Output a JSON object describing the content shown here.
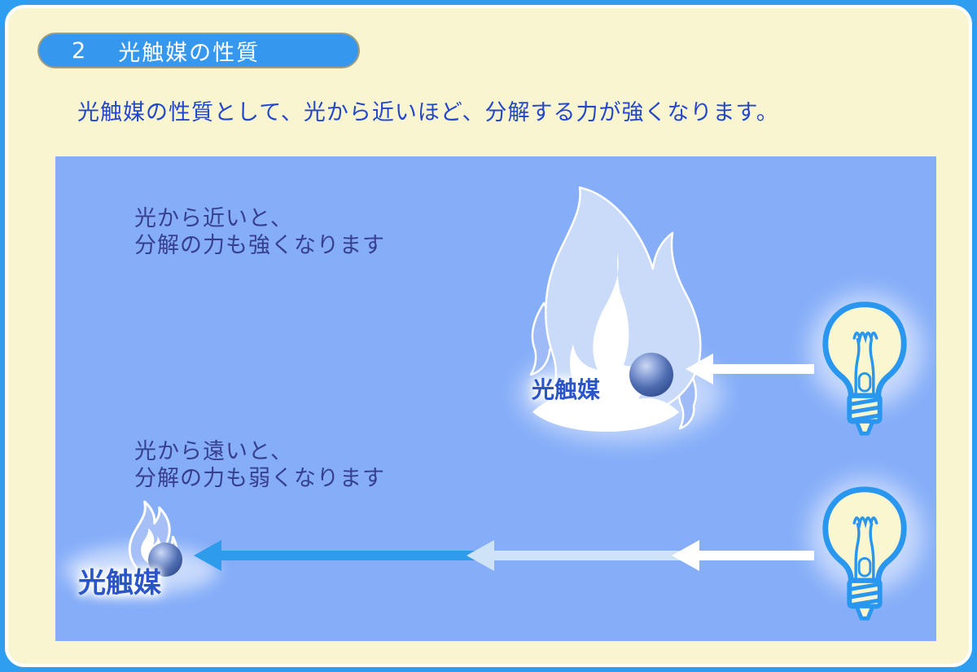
{
  "header": {
    "number": "2",
    "title": "光触媒の性質"
  },
  "intro": "光触媒の性質として、光から近いほど、分解する力が強くなります。",
  "diagram": {
    "near": {
      "caption_line1": "光から近いと、",
      "caption_line2": "分解の力も強くなります",
      "label": "光触媒"
    },
    "far": {
      "caption_line1": "光から遠いと、",
      "caption_line2": "分解の力も弱くなります",
      "label": "光触媒"
    }
  },
  "colors": {
    "frame_blue": "#2f9df0",
    "card_cream": "#f8f5d0",
    "pill_blue": "#3697ef",
    "pill_border": "#a09d7e",
    "intro_text_blue": "#2347cb",
    "panel_blue": "#85adf8",
    "caption_navy": "#36408f",
    "label_blue": "#2a55c9",
    "arrow_bright_blue": "#2e9ceb",
    "arrow_pale_blue": "#cfe3f7",
    "arrow_white": "#ffffff",
    "bulb_outline_blue": "#2996ef",
    "bulb_fill_cream": "#faf6d0",
    "flame_light_blue": "#c9dbf8",
    "sphere_blue_dark": "#2d4a8c"
  }
}
